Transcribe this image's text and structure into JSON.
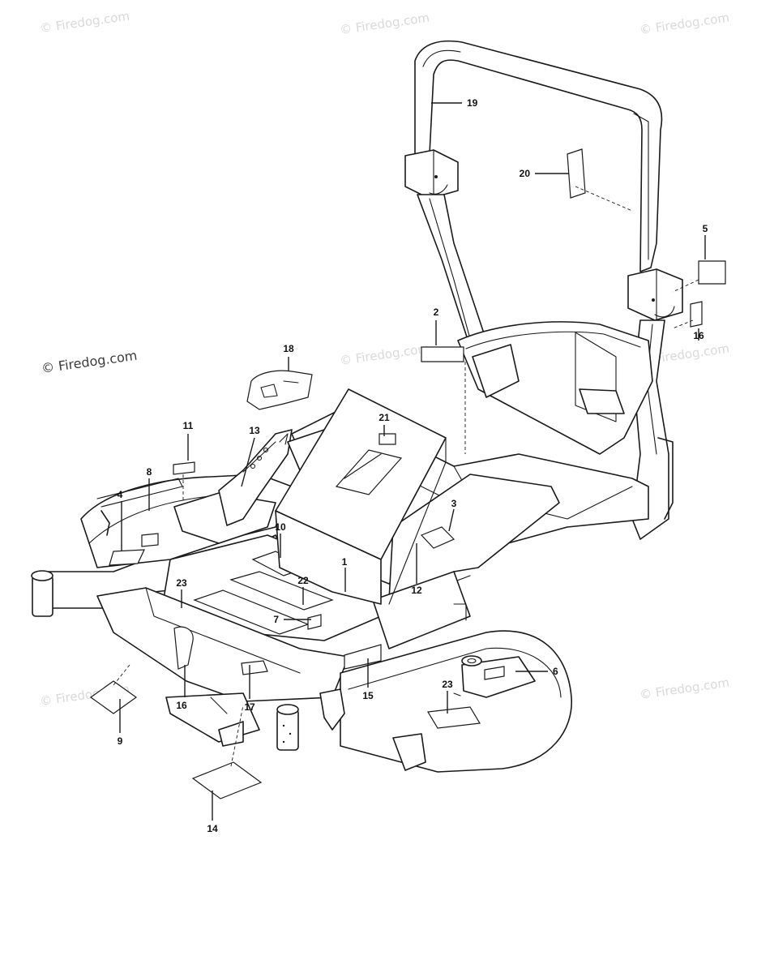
{
  "watermark": {
    "text": "© Firedog.com",
    "main_text": "© Firedog.com"
  },
  "callouts": [
    {
      "id": "c1",
      "label": "1"
    },
    {
      "id": "c2",
      "label": "2"
    },
    {
      "id": "c3",
      "label": "3"
    },
    {
      "id": "c4",
      "label": "4"
    },
    {
      "id": "c5",
      "label": "5"
    },
    {
      "id": "c6",
      "label": "6"
    },
    {
      "id": "c7",
      "label": "7"
    },
    {
      "id": "c8",
      "label": "8"
    },
    {
      "id": "c9",
      "label": "9"
    },
    {
      "id": "c10",
      "label": "10"
    },
    {
      "id": "c11",
      "label": "11"
    },
    {
      "id": "c12",
      "label": "12"
    },
    {
      "id": "c13",
      "label": "13"
    },
    {
      "id": "c14",
      "label": "14"
    },
    {
      "id": "c15",
      "label": "15"
    },
    {
      "id": "c16a",
      "label": "16"
    },
    {
      "id": "c16b",
      "label": "16"
    },
    {
      "id": "c17",
      "label": "17"
    },
    {
      "id": "c18",
      "label": "18"
    },
    {
      "id": "c19",
      "label": "19"
    },
    {
      "id": "c20",
      "label": "20"
    },
    {
      "id": "c21",
      "label": "21"
    },
    {
      "id": "c22",
      "label": "22"
    },
    {
      "id": "c23a",
      "label": "23"
    },
    {
      "id": "c23b",
      "label": "23"
    }
  ]
}
